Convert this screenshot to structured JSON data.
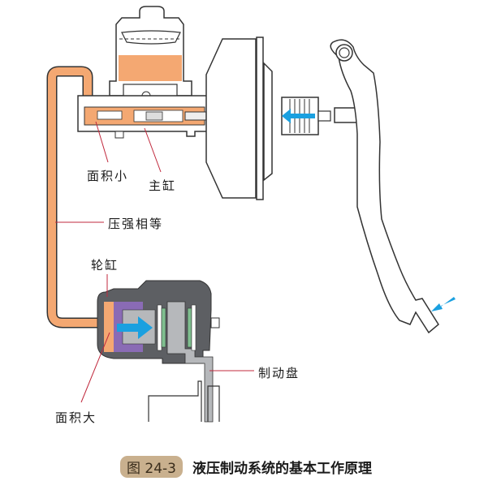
{
  "labels": {
    "small_area": "面积小",
    "master_cylinder": "主缸",
    "equal_pressure": "压强相等",
    "wheel_cylinder": "轮缸",
    "disc": "制动盘",
    "large_area": "面积大"
  },
  "caption": {
    "figure_number": "图 24-3",
    "title": "液压制动系统的基本工作原理"
  },
  "colors": {
    "fluid": "#f4a872",
    "piston_purple": "#8a6bb5",
    "caliper_dark": "#5d5f63",
    "metal_gray": "#b6b8bb",
    "arrow_blue": "#1aa0e0",
    "leader_red": "#c0283c",
    "seal_green": "#7fbf8f",
    "badge": "#c9b08e"
  }
}
